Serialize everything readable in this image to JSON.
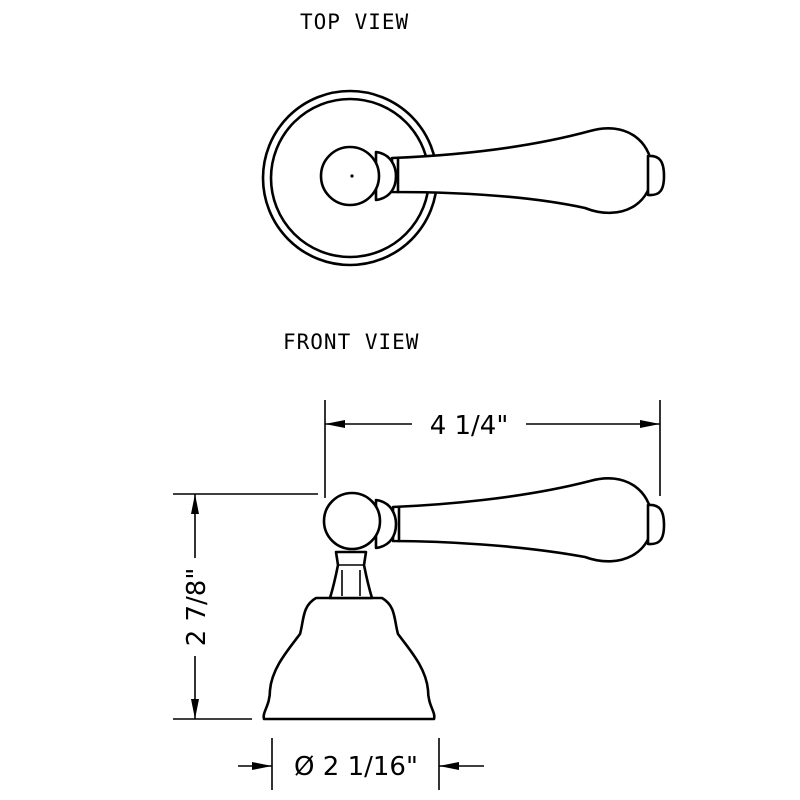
{
  "labels": {
    "top_view": "TOP  VIEW",
    "front_view": "FRONT  VIEW"
  },
  "dimensions": {
    "width": "4 1/4\"",
    "height": "2 7/8\"",
    "base_diameter": "Ø 2 1/16\""
  },
  "colors": {
    "line": "#000000",
    "background": "#ffffff"
  }
}
